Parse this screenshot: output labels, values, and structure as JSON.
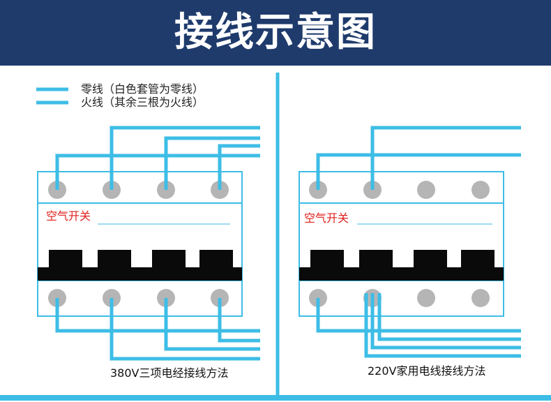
{
  "header": {
    "title": "接线示意图",
    "background": "#1f3b6c"
  },
  "legend": {
    "neutral": "零线（白色套管为零线）",
    "live": "火线（其余三根为火线）",
    "line_color": "#3dbde6"
  },
  "left_panel": {
    "breaker_label": "空气开关",
    "caption": "380V三项电经接线方法",
    "poles": 4
  },
  "right_panel": {
    "breaker_label": "空气开关",
    "caption": "220V家用电线接线方法",
    "poles": 4
  },
  "colors": {
    "wire": "#3dbde6",
    "terminal": "#b5b5b5",
    "switch_body": "#0a0a0a",
    "label_red": "#e0201c"
  }
}
